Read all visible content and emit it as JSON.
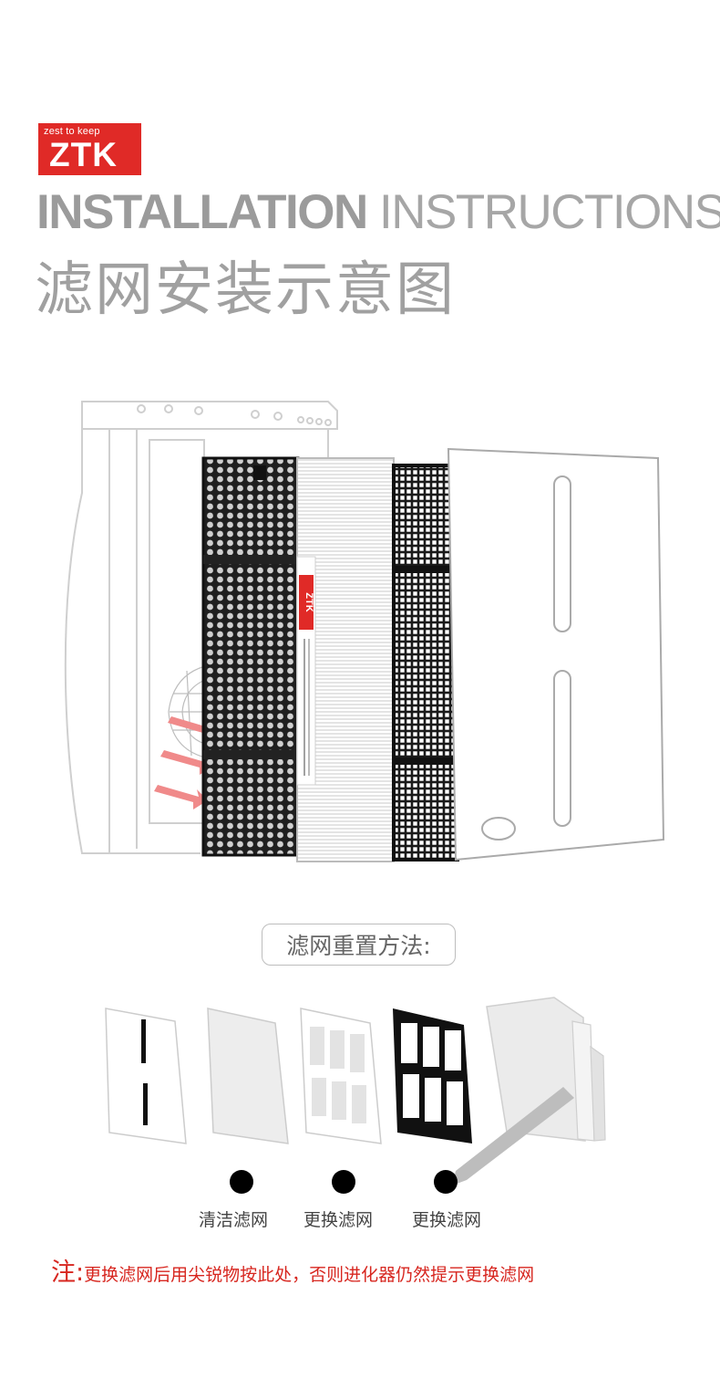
{
  "brand": {
    "tagline": "zest to keep",
    "logo_text": "ZTK",
    "accent_color": "#e02a27"
  },
  "heading": {
    "en_bold": "INSTALLATION",
    "en_light": "INSTRUCTIONS",
    "zh": "滤网安装示意图"
  },
  "illustration": {
    "filter_label_brand": "ZTK"
  },
  "reset": {
    "title": "滤网重置方法:",
    "steps": [
      {
        "label": "清洁滤网"
      },
      {
        "label": "更换滤网"
      },
      {
        "label": "更换滤网"
      }
    ]
  },
  "note": {
    "head": "注:",
    "body": "更换滤网后用尖锐物按此处，否则进化器仍然提示更换滤网",
    "color": "#d7261f"
  }
}
